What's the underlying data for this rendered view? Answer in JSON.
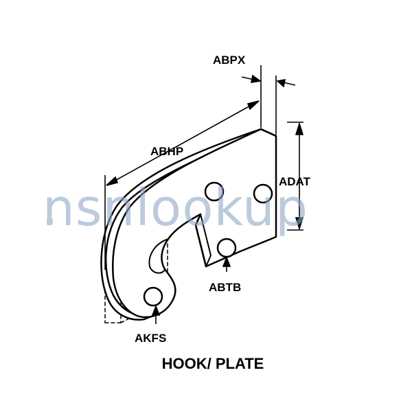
{
  "labels": {
    "abpx": "ABPX",
    "abhp": "ABHP",
    "adat": "ADAT",
    "abtb": "ABTB",
    "akfs": "AKFS"
  },
  "caption": "HOOK/ PLATE",
  "watermark": {
    "text": "nsnlookup",
    "color": "#8fa8c8",
    "accent_color": "#f5a04a"
  },
  "colors": {
    "ink": "#000000",
    "fill": "#ffffff"
  }
}
